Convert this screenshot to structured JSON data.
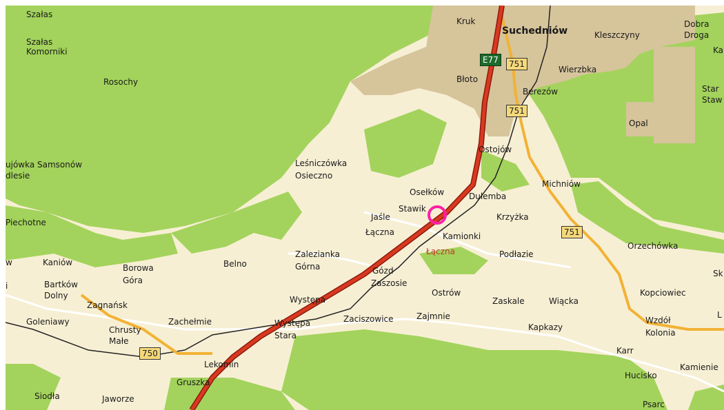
{
  "colors": {
    "land": "#f7efd4",
    "forest": "#a3d35c",
    "urban": "#d6c49b",
    "main_road": "#d9391f",
    "regional_road": "#f2b234",
    "local_road": "#ffffff",
    "rail": "#222222",
    "marker": "#ff1fa6"
  },
  "places": [
    {
      "id": "szalas",
      "name": "Szałas"
    },
    {
      "id": "szalas-komorniki-1",
      "name": "Szałas"
    },
    {
      "id": "szalas-komorniki-2",
      "name": "Komorniki"
    },
    {
      "id": "rosochy",
      "name": "Rosochy"
    },
    {
      "id": "kruk",
      "name": "Kruk"
    },
    {
      "id": "suchedniow",
      "name": "Suchedniów"
    },
    {
      "id": "kleszczyny",
      "name": "Kleszczyny"
    },
    {
      "id": "dobra-1",
      "name": "Dobra"
    },
    {
      "id": "dobra-2",
      "name": "Droga"
    },
    {
      "id": "ka",
      "name": "Ka"
    },
    {
      "id": "wierzbka",
      "name": "Wierzbka"
    },
    {
      "id": "bloto",
      "name": "Błoto"
    },
    {
      "id": "berezow",
      "name": "Berezów"
    },
    {
      "id": "star-1",
      "name": "Star"
    },
    {
      "id": "star-2",
      "name": "Staw"
    },
    {
      "id": "opal",
      "name": "Opal"
    },
    {
      "id": "ostojow",
      "name": "Ostojów"
    },
    {
      "id": "samsonow-1",
      "name": "ujówka Samsonów"
    },
    {
      "id": "samsonow-2",
      "name": "dlesie"
    },
    {
      "id": "lesniczowka-1",
      "name": "Leśniczówka"
    },
    {
      "id": "lesniczowka-2",
      "name": "Osieczno"
    },
    {
      "id": "michniow",
      "name": "Michniów"
    },
    {
      "id": "oselkow",
      "name": "Osełków"
    },
    {
      "id": "dulemba",
      "name": "Dulemba"
    },
    {
      "id": "stawik",
      "name": "Stawik"
    },
    {
      "id": "jasle",
      "name": "Jaśle"
    },
    {
      "id": "krzyzka",
      "name": "Krzyżka"
    },
    {
      "id": "piechotne",
      "name": "Piechotne"
    },
    {
      "id": "laczna-1",
      "name": "Łączna"
    },
    {
      "id": "kamionki",
      "name": "Kamionki"
    },
    {
      "id": "laczna-red",
      "name": "Łączna"
    },
    {
      "id": "orzechowka",
      "name": "Orzechówka"
    },
    {
      "id": "podlazie",
      "name": "Podłazie"
    },
    {
      "id": "zalezianka-1",
      "name": "Zalezianka"
    },
    {
      "id": "zalezianka-2",
      "name": "Górna"
    },
    {
      "id": "kaniow",
      "name": "Kaniów"
    },
    {
      "id": "borowa-1",
      "name": "Borowa"
    },
    {
      "id": "borowa-2",
      "name": "Góra"
    },
    {
      "id": "belno",
      "name": "Belno"
    },
    {
      "id": "gozd",
      "name": "Gózd"
    },
    {
      "id": "sk",
      "name": "Sk"
    },
    {
      "id": "w",
      "name": "w"
    },
    {
      "id": "bartkow-1",
      "name": "Bartków"
    },
    {
      "id": "bartkow-2",
      "name": "Dolny"
    },
    {
      "id": "i",
      "name": "i"
    },
    {
      "id": "zaszosie",
      "name": "Zaszosie"
    },
    {
      "id": "ostrow",
      "name": "Ostrów"
    },
    {
      "id": "zaskale",
      "name": "Zaskale"
    },
    {
      "id": "wiacka",
      "name": "Wiącka"
    },
    {
      "id": "kopciowiec",
      "name": "Kopciowiec"
    },
    {
      "id": "zagnansk",
      "name": "Zagnańsk"
    },
    {
      "id": "wystepa",
      "name": "Występa"
    },
    {
      "id": "goleniawy",
      "name": "Goleniawy"
    },
    {
      "id": "zachelmie",
      "name": "Zachełmie"
    },
    {
      "id": "zaciszowice",
      "name": "Zaciszowice"
    },
    {
      "id": "zajmnie",
      "name": "Zajmnie"
    },
    {
      "id": "wzdol-1",
      "name": "Wzdół"
    },
    {
      "id": "wzdol-2",
      "name": "Kolonia"
    },
    {
      "id": "l",
      "name": "L"
    },
    {
      "id": "chrusty-1",
      "name": "Chrusty"
    },
    {
      "id": "chrusty-2",
      "name": "Małe"
    },
    {
      "id": "wystepa-stara-1",
      "name": "Występa"
    },
    {
      "id": "wystepa-stara-2",
      "name": "Stara"
    },
    {
      "id": "kapkazy",
      "name": "Kapkazy"
    },
    {
      "id": "karr",
      "name": "Karr"
    },
    {
      "id": "lekomin",
      "name": "Lekomin"
    },
    {
      "id": "kamienie",
      "name": "Kamienie"
    },
    {
      "id": "gruszka",
      "name": "Gruszka"
    },
    {
      "id": "hucisko",
      "name": "Hucisko"
    },
    {
      "id": "siodla",
      "name": "Siodła"
    },
    {
      "id": "jaworze",
      "name": "Jaworze"
    },
    {
      "id": "psarc",
      "name": "Psarc"
    }
  ],
  "road_shields": [
    {
      "id": "e77",
      "label": "E77",
      "style": "green"
    },
    {
      "id": "r751-a",
      "label": "751",
      "style": "yellow"
    },
    {
      "id": "r751-b",
      "label": "751",
      "style": "yellow"
    },
    {
      "id": "r751-c",
      "label": "751",
      "style": "yellow"
    },
    {
      "id": "r750",
      "label": "750",
      "style": "yellow"
    }
  ]
}
